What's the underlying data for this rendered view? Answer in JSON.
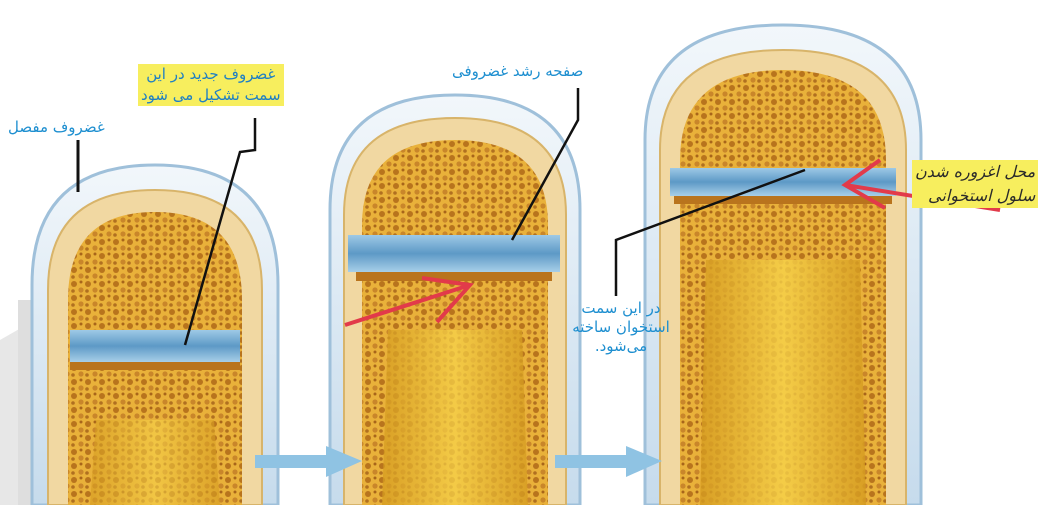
{
  "labels": {
    "articular_cartilage": "غضروف مفصل",
    "new_cartilage_line1": "غضروف جدید در این",
    "new_cartilage_line2": "سمت تشکیل می شود",
    "growth_plate": "صفحه رشد غضروفی",
    "bone_formed_line1": "در این سمت",
    "bone_formed_line2": "استخوان ساخته",
    "bone_formed_line3": "می‌شود.",
    "ossification_line1": "محل اغزوره شدن",
    "ossification_line2": "سلول استخوانی"
  },
  "colors": {
    "label_blue": "#1e8fd0",
    "highlight": "#f7ee5e",
    "arrow_red": "#e23a4a",
    "arrow_blue": "#8fc3e3"
  }
}
